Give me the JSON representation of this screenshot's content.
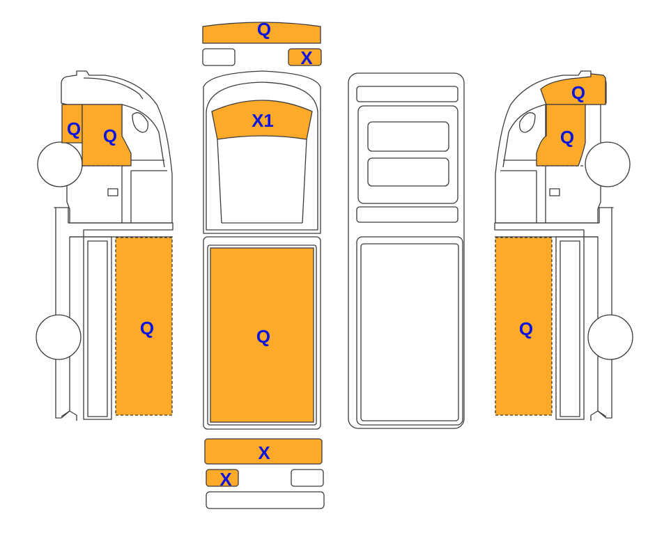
{
  "colors": {
    "panel_fill": "#FDAA2A",
    "label_text": "#0B14DC",
    "outline": "#3A3A3A"
  },
  "views": {
    "left_side": {
      "quarter_door_rear": "Q",
      "quarter_door_front": "Q",
      "quarter_cargo": "Q"
    },
    "top": {
      "roof_cap": "Q",
      "light_x": "X",
      "windshield": "X1",
      "roof": "Q",
      "rear_bar": "X",
      "rear_light": "X"
    },
    "right_side": {
      "quarter_cab_top": "Q",
      "quarter_door": "Q",
      "quarter_cargo": "Q"
    }
  }
}
